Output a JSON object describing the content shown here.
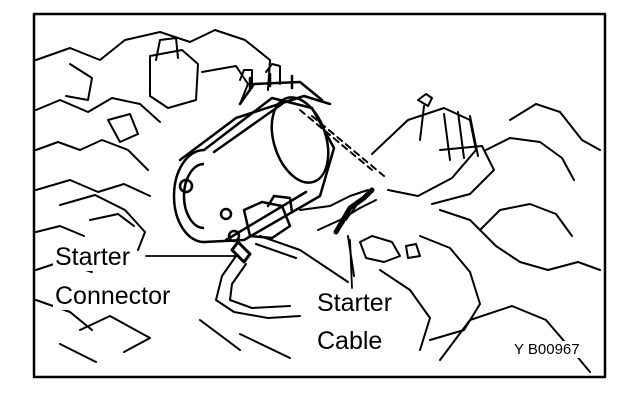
{
  "diagram": {
    "labels": {
      "starter_connector": [
        "Starter",
        "Connector"
      ],
      "starter_cable": [
        "Starter",
        "Cable"
      ]
    },
    "figure_code": "Y B00967",
    "colors": {
      "ink": "#000000",
      "paper": "#ffffff"
    }
  }
}
